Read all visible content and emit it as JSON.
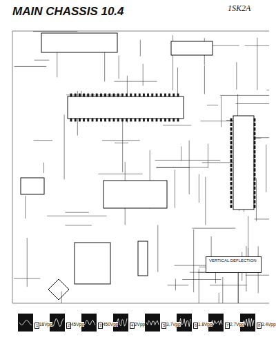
{
  "diagram": {
    "title": "MAIN CHASSIS 10.4",
    "nodes": [
      {
        "text": [
          "VERTICAL DEFLECTION"
        ]
      }
    ],
    "labels": [
      "1SK2A",
      "1",
      "18Vpp",
      "2",
      "45Vpp",
      "3",
      "450Vpp",
      "4",
      "2Vpp",
      "5",
      "3.7Vpp",
      "6",
      "1.8Vpp",
      "7",
      "2.7Vpp",
      "8",
      "3.4Vpp"
    ]
  }
}
